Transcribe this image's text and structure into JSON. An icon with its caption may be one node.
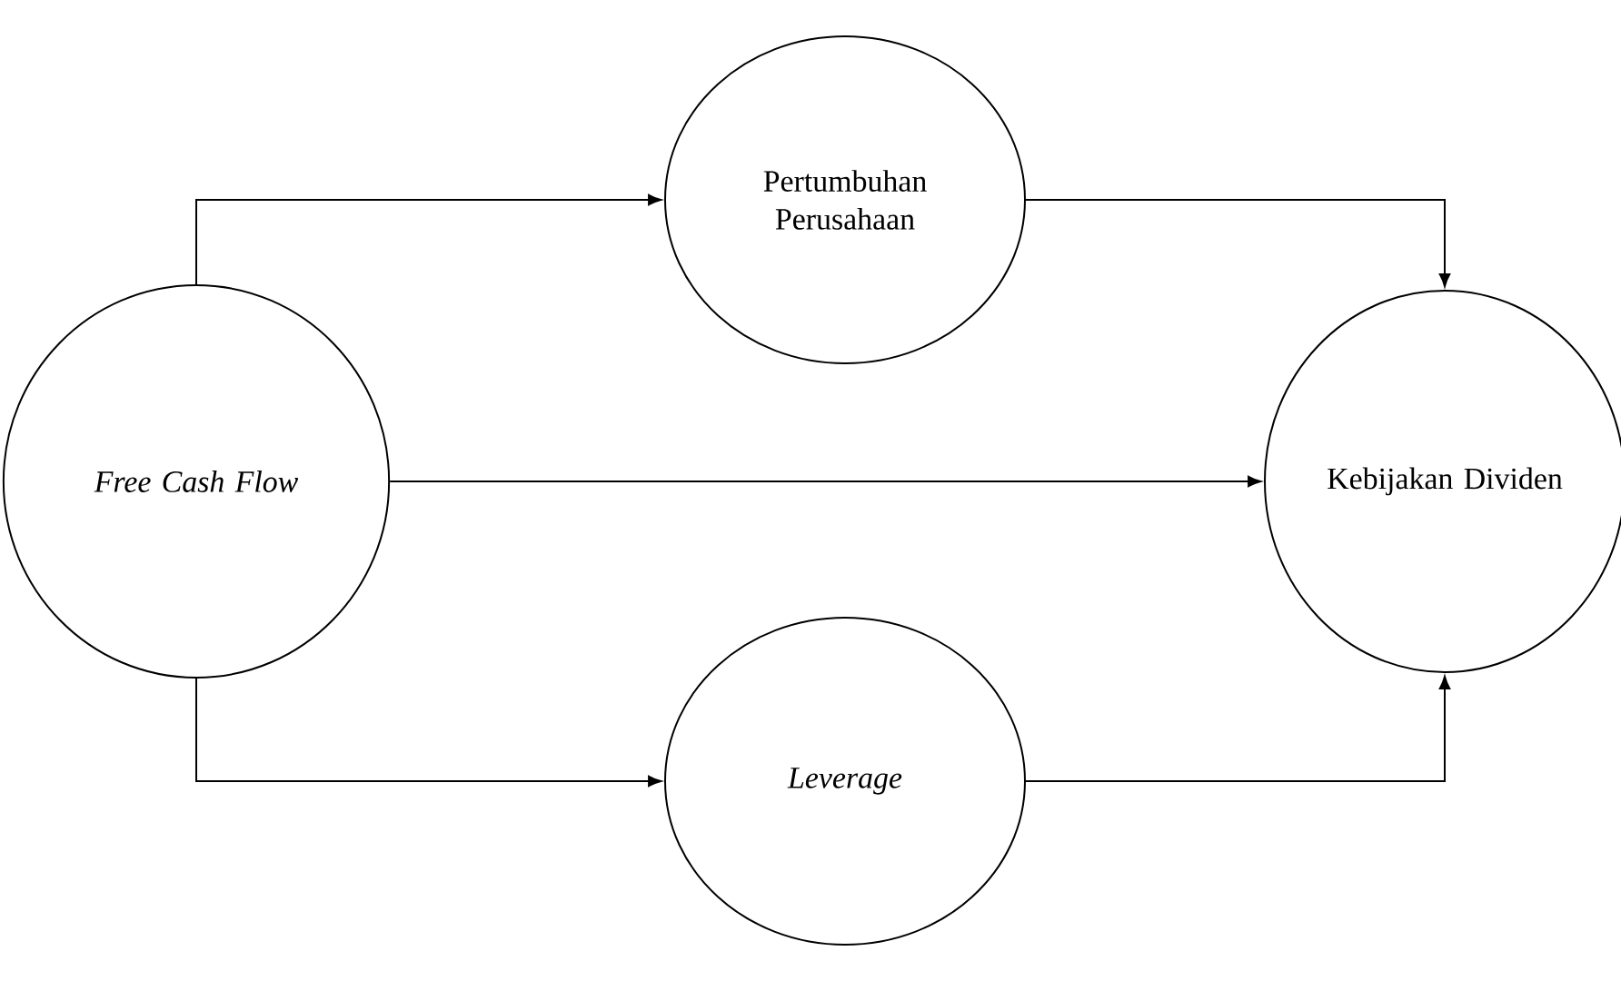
{
  "diagram": {
    "nodes": [
      {
        "text": [
          "Free Cash Flow"
        ]
      },
      {
        "text": [
          "Pertumbuhan Perusahaan"
        ]
      },
      {
        "text": [
          "Leverage"
        ]
      },
      {
        "text": [
          "Kebijakan Dividen"
        ]
      }
    ],
    "edges": [
      {
        "from": 0,
        "to": 1,
        "arrow": "to"
      },
      {
        "from": 1,
        "to": 3,
        "arrow": "to"
      },
      {
        "from": 0,
        "to": 3,
        "arrow": "to"
      },
      {
        "from": 0,
        "to": 2,
        "arrow": "to"
      },
      {
        "from": 2,
        "to": 3,
        "arrow": "to"
      }
    ]
  }
}
